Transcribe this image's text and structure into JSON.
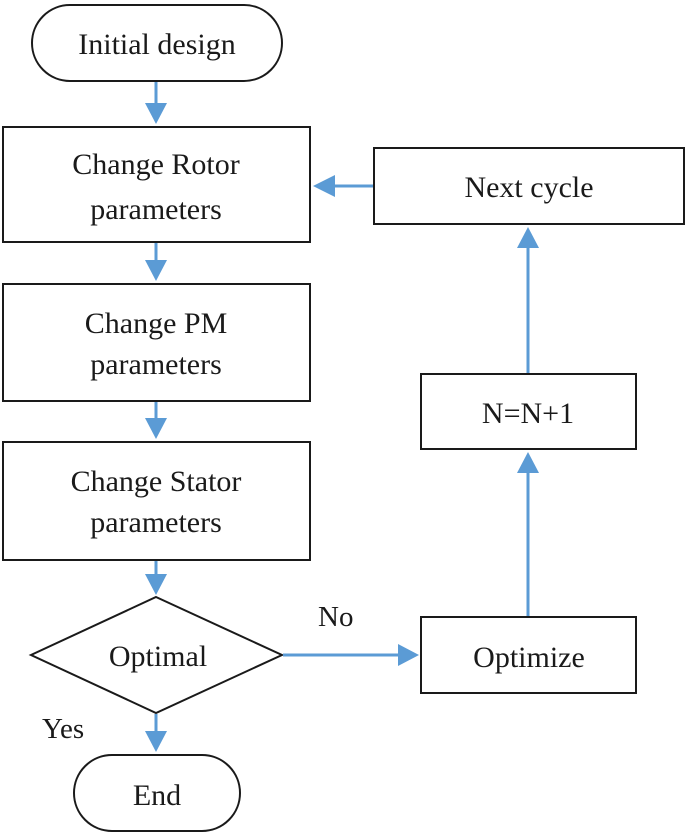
{
  "nodes": {
    "start": "Initial design",
    "rotor_line1": "Change Rotor",
    "rotor_line2": "parameters",
    "pm_line1": "Change PM",
    "pm_line2": "parameters",
    "stator_line1": "Change Stator",
    "stator_line2": "parameters",
    "decision": "Optimal",
    "end": "End",
    "optimize": "Optimize",
    "increment": "N=N+1",
    "next_cycle": "Next cycle"
  },
  "edge_labels": {
    "no": "No",
    "yes": "Yes"
  },
  "colors": {
    "arrow": "#5b9bd5",
    "stroke": "#1a1a1a",
    "background": "#ffffff"
  }
}
